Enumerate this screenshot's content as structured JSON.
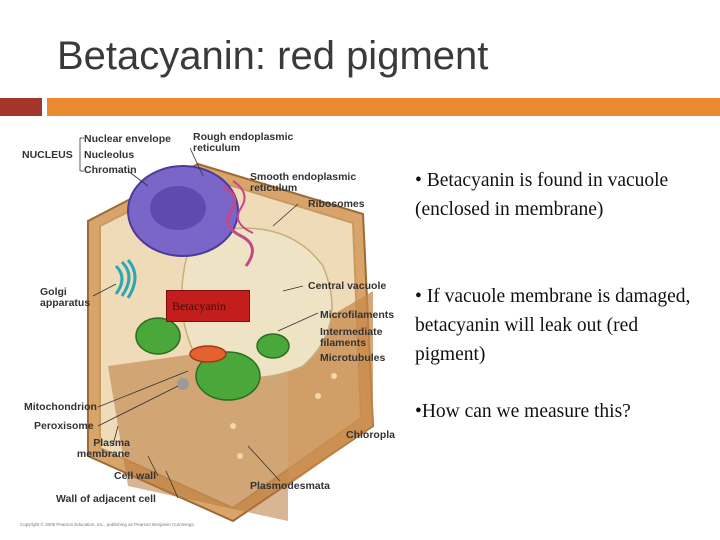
{
  "slide": {
    "title": "Betacyanin: red pigment",
    "accent_colors": {
      "left_bar": "#a4352a",
      "right_bar": "#e98a2e"
    }
  },
  "figure": {
    "labels": {
      "nuclear_envelope": "Nuclear envelope",
      "nucleus": "NUCLEUS",
      "nucleolus": "Nucleolus",
      "chromatin": "Chromatin",
      "rough_er": "Rough endoplasmic reticulum",
      "smooth_er": "Smooth endoplasmic reticulum",
      "ribosomes": "Ribosomes",
      "golgi": "Golgi apparatus",
      "central_vacuole": "Central vacuole",
      "microfilaments": "Microfilaments",
      "intermediate_filaments": "Intermediate filaments",
      "microtubules": "Microtubules",
      "mitochondrion": "Mitochondrion",
      "peroxisome": "Peroxisome",
      "plasma_membrane": "Plasma membrane",
      "chloroplast": "Chloropla",
      "cell_wall": "Cell wall",
      "plasmodesmata": "Plasmodesmata",
      "wall_adjacent": "Wall of adjacent cell"
    },
    "callout": {
      "text": "Betacyanin",
      "color": "#c31d1d"
    },
    "copyright": "Copyright © 2008 Pearson Education, Inc., publishing as Pearson Benjamin Cummings."
  },
  "bullets": [
    "• Betacyanin is found in vacuole (enclosed in membrane)",
    "• If vacuole membrane is damaged, betacyanin will leak out (red pigment)",
    "•How can we measure this?"
  ]
}
